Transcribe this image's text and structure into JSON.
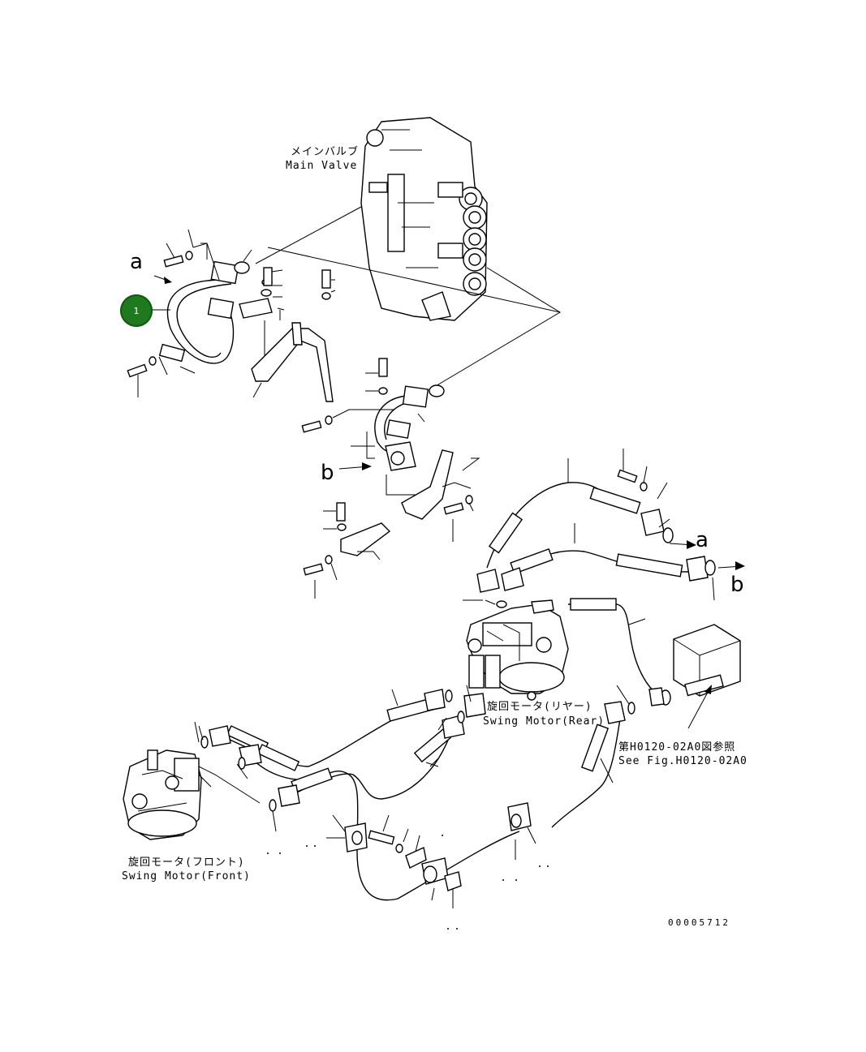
{
  "labels": {
    "main_valve_jp": "メインバルブ",
    "main_valve_en": "Main Valve",
    "swing_motor_rear_jp": "旋回モータ(リヤー)",
    "swing_motor_rear_en": "Swing Motor(Rear)",
    "swing_motor_front_jp": "旋回モータ(フロント)",
    "swing_motor_front_en": "Swing Motor(Front)",
    "see_fig_jp": "第H0120-02A0図参照",
    "see_fig_en": "See Fig.H0120-02A0",
    "ref_a": "a",
    "ref_b": "b",
    "drawing_number": "00005712"
  },
  "callout": {
    "number": "1",
    "color": "#1f7a1f"
  }
}
